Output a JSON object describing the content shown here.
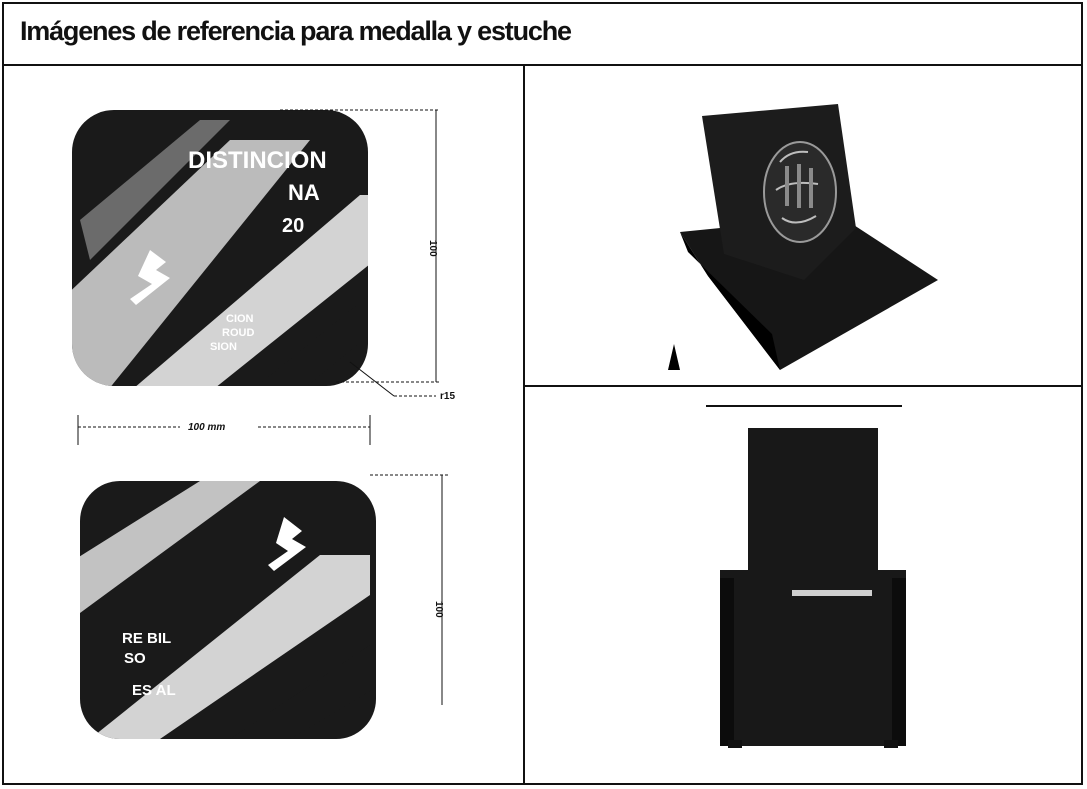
{
  "header": {
    "title": "Imágenes  de referencia  para  medalla y estuche"
  },
  "medal_front": {
    "line1": "DISTINCION",
    "line2": "NA",
    "line3": "20",
    "small_lines": [
      "CION",
      "ROUD",
      "SION"
    ],
    "height_label": "100",
    "radius_label": "r15"
  },
  "medal_back": {
    "width_label": "100 mm",
    "height_label": "100",
    "text_lines": [
      "RE           BIL",
      "SO",
      "ES            AL"
    ]
  },
  "colors": {
    "ink": "#111111",
    "panel": "#1a1a1a",
    "highlight": "#e8e8e8"
  }
}
